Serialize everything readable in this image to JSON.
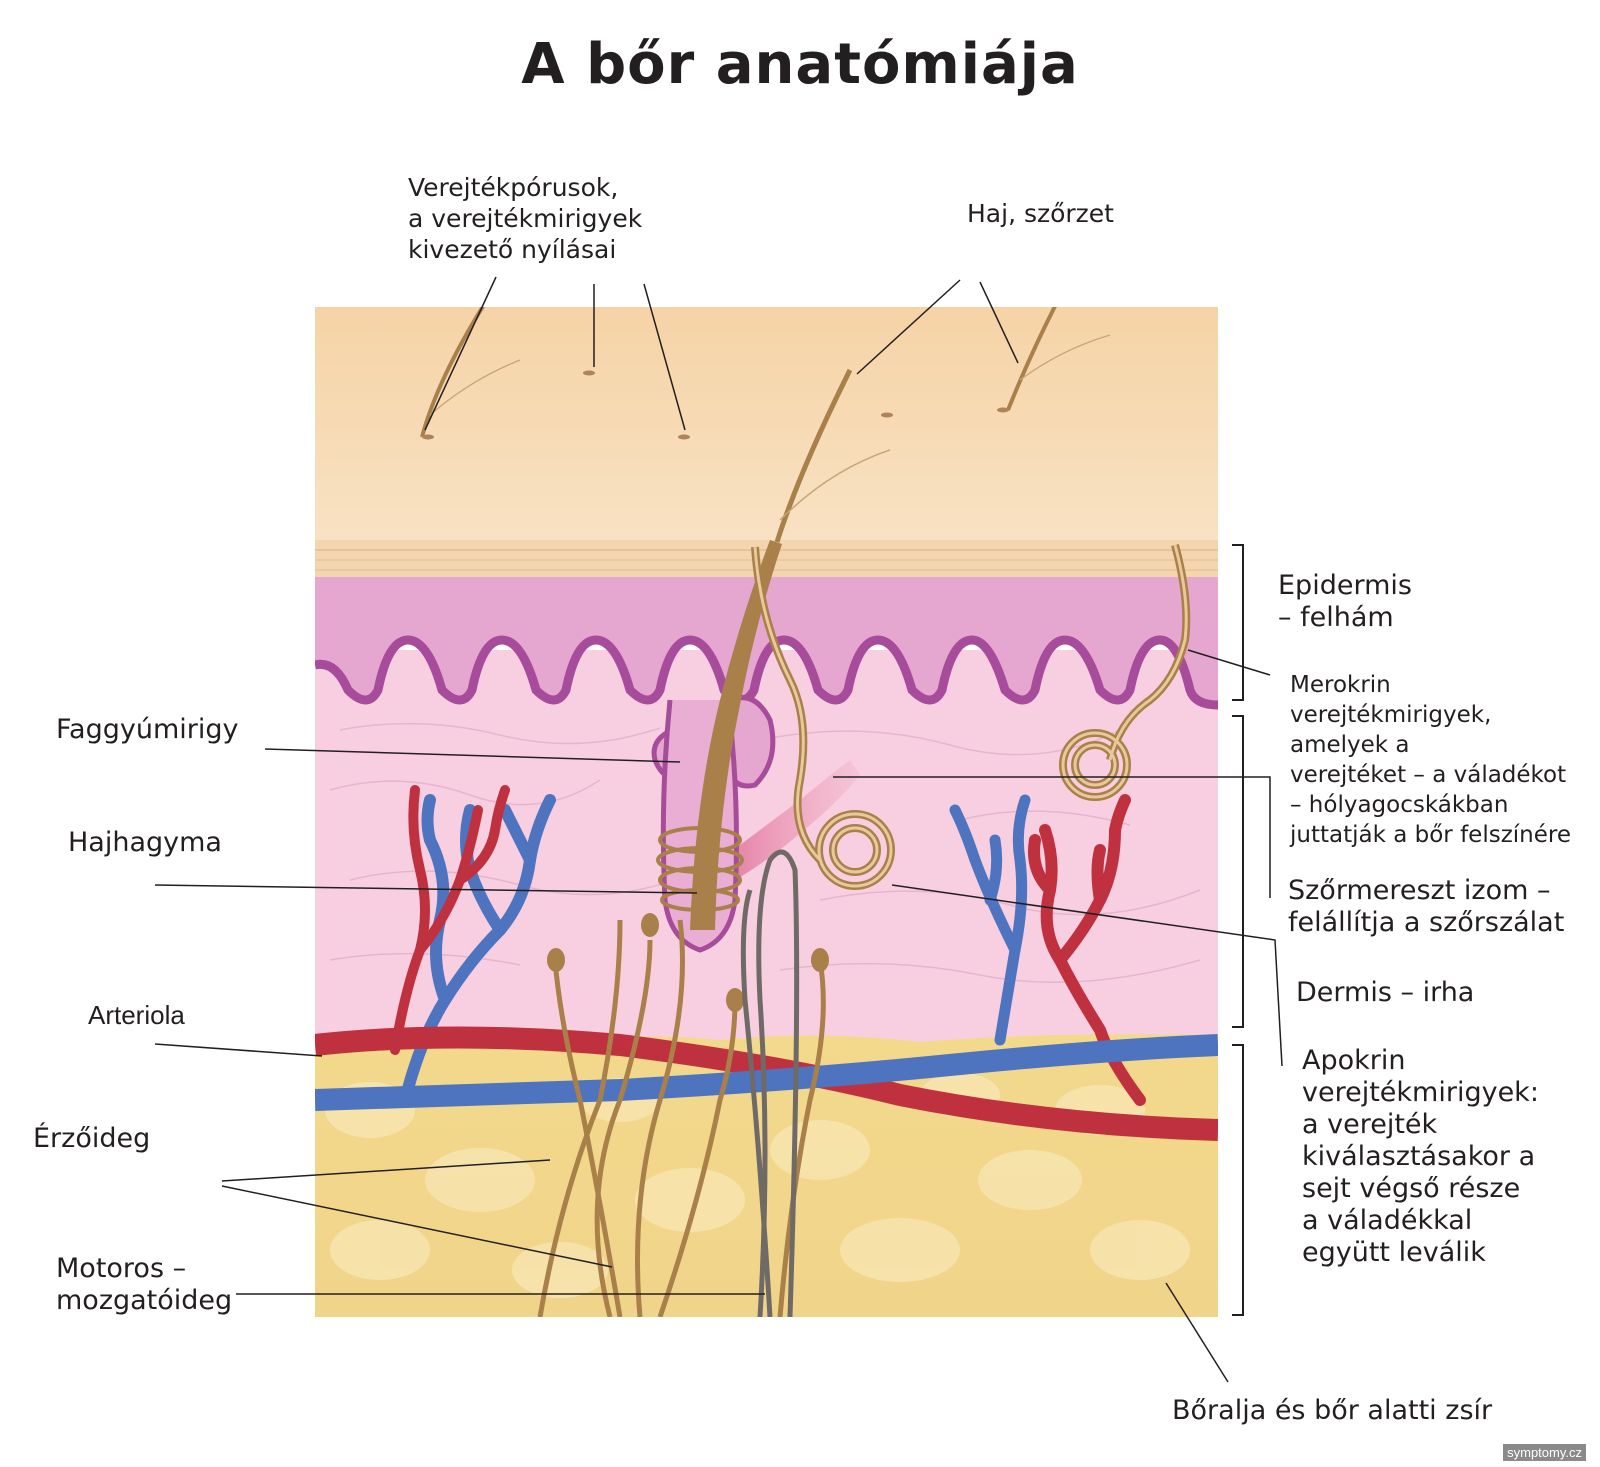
{
  "title": "A bőr anatómiája",
  "labels": {
    "sweat_pores": [
      "Verejtékpórusok,",
      "a verejtékmirigyek",
      "kivezető nyílásai"
    ],
    "hair": "Haj, szőrzet",
    "epidermis": [
      "Epidermis",
      "– felhám"
    ],
    "merocrine": [
      "Merokrin",
      "verejtékmirigyek,",
      "amelyek a",
      "verejtéket – a váladékot",
      "– hólyagocskákban",
      "juttatják a bőr felszínére"
    ],
    "arrector_pili": [
      "Szőrmereszt izom –",
      "felállítja a szőrszálat"
    ],
    "dermis": "Dermis – irha",
    "apocrine": [
      "Apokrin",
      "verejtékmirigyek:",
      "a verejték",
      "kiválasztásakor a",
      "sejt végső része",
      "a váladékkal",
      "együtt leválik"
    ],
    "subcutis": "Bőralja és bőr alatti zsír",
    "sebaceous": "Faggyúmirigy",
    "hair_bulb": "Hajhagyma",
    "arteriole": "Arteriola",
    "sensory_nerve": "Érzőideg",
    "motor_nerve": [
      "Motoros –",
      "mozgatóideg"
    ]
  },
  "watermark": "symptomy.cz",
  "colors": {
    "stratum_corneum": "#f6dcb8",
    "epidermis": "#e6a6cf",
    "epidermis_edge": "#a74c9a",
    "dermis": "#f7cfe1",
    "fat": "#f5dd94",
    "artery": "#c0313f",
    "vein": "#4f74bf",
    "hair": "#a9804a",
    "nerve_grey": "#6f6a65"
  }
}
